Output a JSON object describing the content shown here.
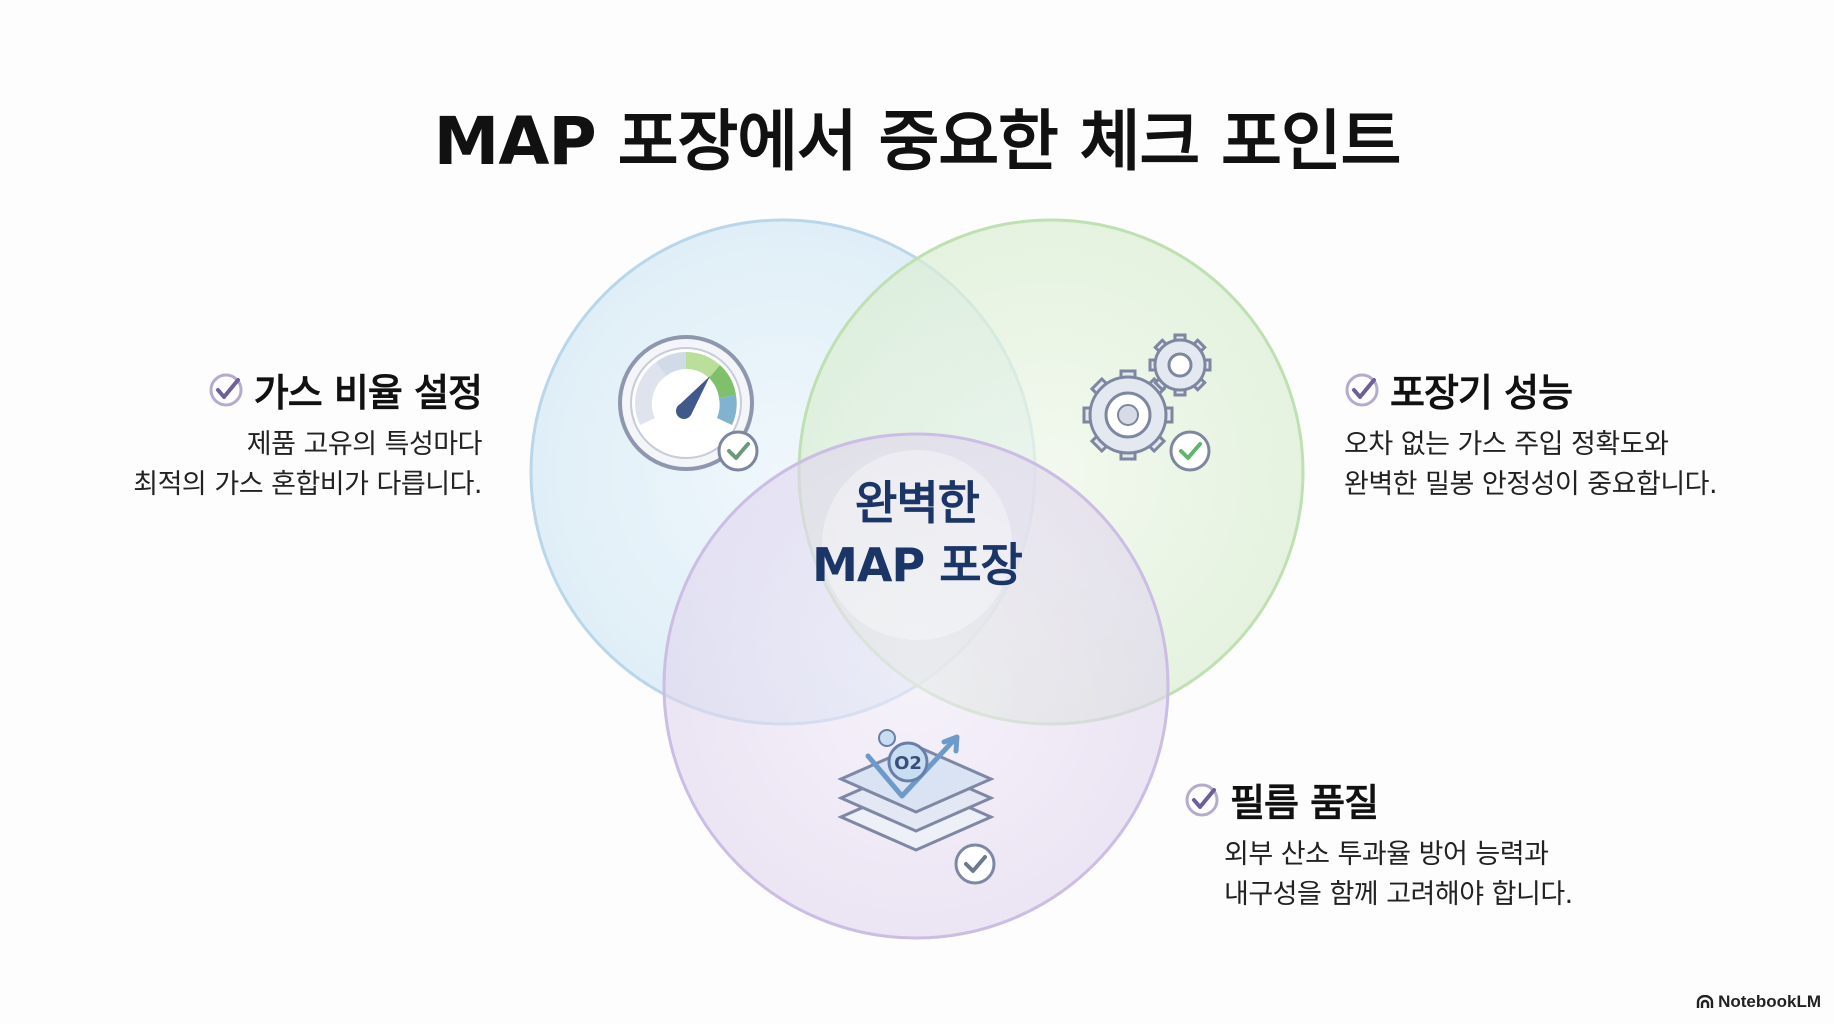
{
  "title": "MAP 포장에서 중요한 체크 포인트",
  "center_label": {
    "line1": "완벽한",
    "line2": "MAP 포장"
  },
  "callouts": {
    "gas": {
      "heading": "가스 비율 설정",
      "line1": "제품 고유의 특성마다",
      "line2": "최적의 가스 혼합비가 다릅니다."
    },
    "machine": {
      "heading": "포장기 성능",
      "line1": "오차 없는 가스 주입 정확도와",
      "line2": "완벽한 밀봉 안정성이 중요합니다."
    },
    "film": {
      "heading": "필름 품질",
      "line1": "외부 산소 투과율 방어 능력과",
      "line2": "내구성을 함께 고려해야 합니다."
    }
  },
  "icons": {
    "gas": "gauge-icon",
    "machine": "gears-icon",
    "film": "film-layers-icon",
    "check": "check-icon",
    "oxygen_label": "O2"
  },
  "colors": {
    "circle_blue": "#cfe5f3",
    "circle_green": "#d8ecd0",
    "circle_purple": "#e2d8ef",
    "center_text": "#1b3566",
    "check_purple": "#6e5f9a"
  },
  "branding": {
    "logo_text": "NotebookLM"
  }
}
